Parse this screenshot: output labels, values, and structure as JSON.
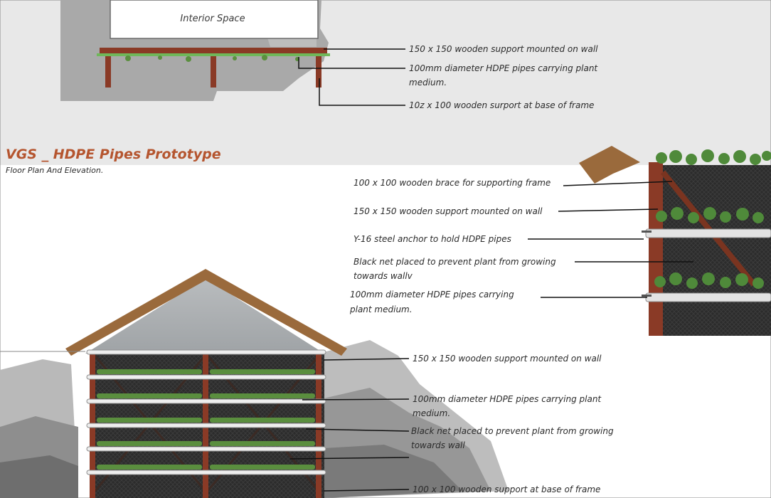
{
  "colors": {
    "title": "#b5552f",
    "text": "#2b2b2b",
    "timber": "#8a3a26",
    "pipe_green": "#6fb85a",
    "net": "#2a2a2a",
    "foliage": "#4f8a3a",
    "roof": "#9a6a3c",
    "top_background": "#e6e6e6",
    "rock_shadow": "#a8a8a8"
  },
  "title": "VGS _ HDPE Pipes Prototype",
  "subtitle": "Floor Plan And Elevation.",
  "plan": {
    "room_label": "Interior Space",
    "labels": [
      "150 x 150 wooden support mounted on wall",
      "100mm diameter HDPE  pipes carrying plant medium.",
      "10z x 100 wooden surport at base of frame"
    ]
  },
  "section": {
    "labels": [
      "100 x 100 wooden brace for supporting frame",
      "150 x 150 wooden support mounted on wall",
      "Y-16 steel anchor to hold HDPE pipes",
      "Black net placed to prevent plant from growing towards wallv",
      "100mm diameter HDPE  pipes carrying plant medium."
    ]
  },
  "elevation": {
    "labels": [
      "150 x 150 wooden support mounted on wall",
      "100mm diameter HDPE  pipes carrying plant medium.",
      "Black net placed to prevent plant from growing towards wall",
      "100 x 100 wooden support at base of frame"
    ]
  }
}
